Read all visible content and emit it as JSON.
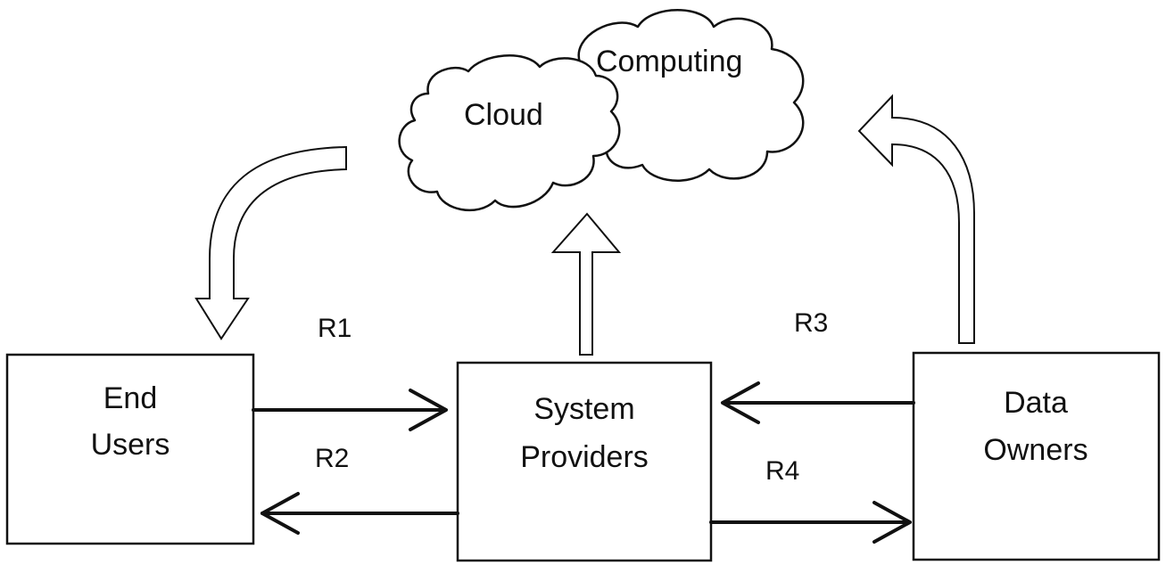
{
  "cloud": {
    "word1": "Cloud",
    "word2": "Computing"
  },
  "entities": {
    "end_users": {
      "line1": "End",
      "line2": "Users"
    },
    "system_providers": {
      "line1": "System",
      "line2": "Providers"
    },
    "data_owners": {
      "line1": "Data",
      "line2": "Owners"
    }
  },
  "relations": {
    "r1": "R1",
    "r2": "R2",
    "r3": "R3",
    "r4": "R4"
  }
}
